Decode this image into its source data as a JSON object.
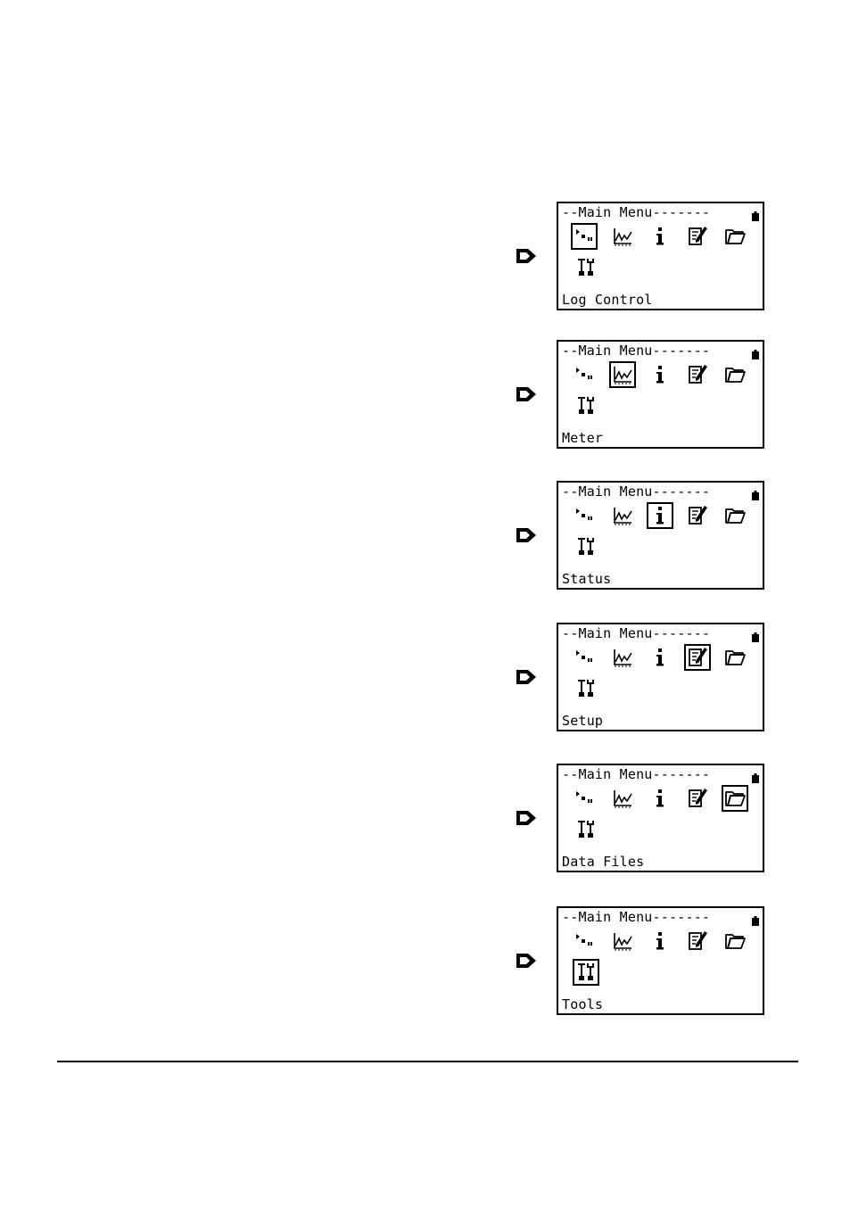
{
  "screens": [
    {
      "title": "--Main Menu-------",
      "label": "Log Control",
      "selected": 0
    },
    {
      "title": "--Main Menu-------",
      "label": "Meter",
      "selected": 1
    },
    {
      "title": "--Main Menu-------",
      "label": "Status",
      "selected": 2
    },
    {
      "title": "--Main Menu-------",
      "label": "Setup",
      "selected": 3
    },
    {
      "title": "--Main Menu-------",
      "label": "Data Files",
      "selected": 4
    },
    {
      "title": "--Main Menu-------",
      "label": "Tools",
      "selected": 5
    }
  ],
  "menu_icons": [
    "log-control-icon",
    "meter-icon",
    "status-info-icon",
    "setup-edit-icon",
    "data-files-folder-icon",
    "tools-icon"
  ],
  "colors": {
    "ink": "#000000",
    "background": "#ffffff"
  }
}
